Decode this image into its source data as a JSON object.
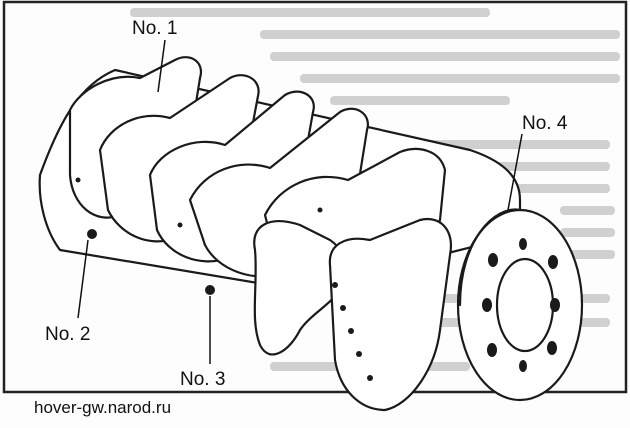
{
  "callouts": {
    "no1": "No. 1",
    "no2": "No. 2",
    "no3": "No. 3",
    "no4": "No. 4"
  },
  "watermark": "hover-gw.narod.ru",
  "colors": {
    "ink": "#111111",
    "background": "#fdfdfd",
    "ghost_text": "#9a9a9a"
  }
}
